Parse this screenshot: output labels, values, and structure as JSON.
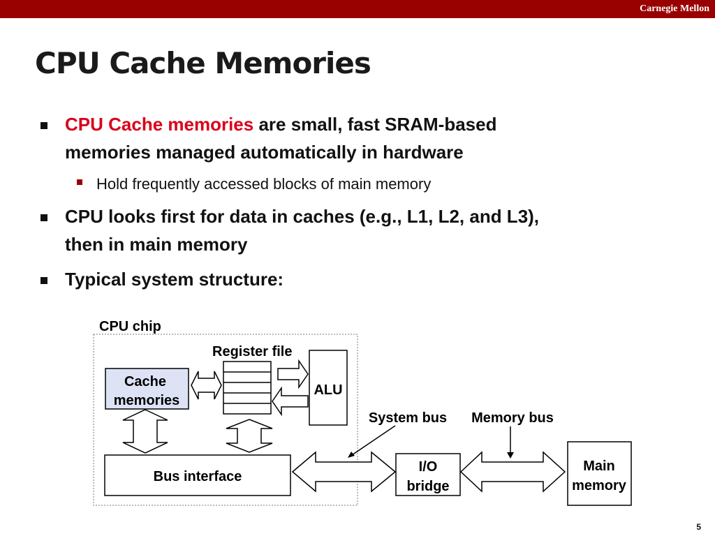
{
  "header": {
    "brand": "Carnegie Mellon"
  },
  "slide": {
    "title": "CPU Cache Memories",
    "bullets": [
      {
        "highlight": "CPU Cache memories",
        "rest": " are small, fast SRAM-based",
        "line2": "memories managed automatically in hardware"
      },
      {
        "line1": "CPU looks first for data in caches (e.g., L1, L2, and L3),",
        "line2": "then in main memory"
      },
      {
        "line1": "Typical system structure:"
      }
    ],
    "sub_bullet": "Hold frequently accessed blocks of main memory",
    "page_number": "5"
  },
  "diagram": {
    "cpu_chip_label": "CPU chip",
    "register_file_label": "Register file",
    "cache_label_1": "Cache",
    "cache_label_2": "memories",
    "alu_label": "ALU",
    "system_bus_label": "System bus",
    "memory_bus_label": "Memory bus",
    "bus_interface_label": "Bus interface",
    "io_bridge_label_1": "I/O",
    "io_bridge_label_2": "bridge",
    "main_memory_label_1": "Main",
    "main_memory_label_2": "memory",
    "colors": {
      "cache_fill": "#dde3f5",
      "header_bar": "#990000",
      "highlight": "#d9001b"
    }
  }
}
